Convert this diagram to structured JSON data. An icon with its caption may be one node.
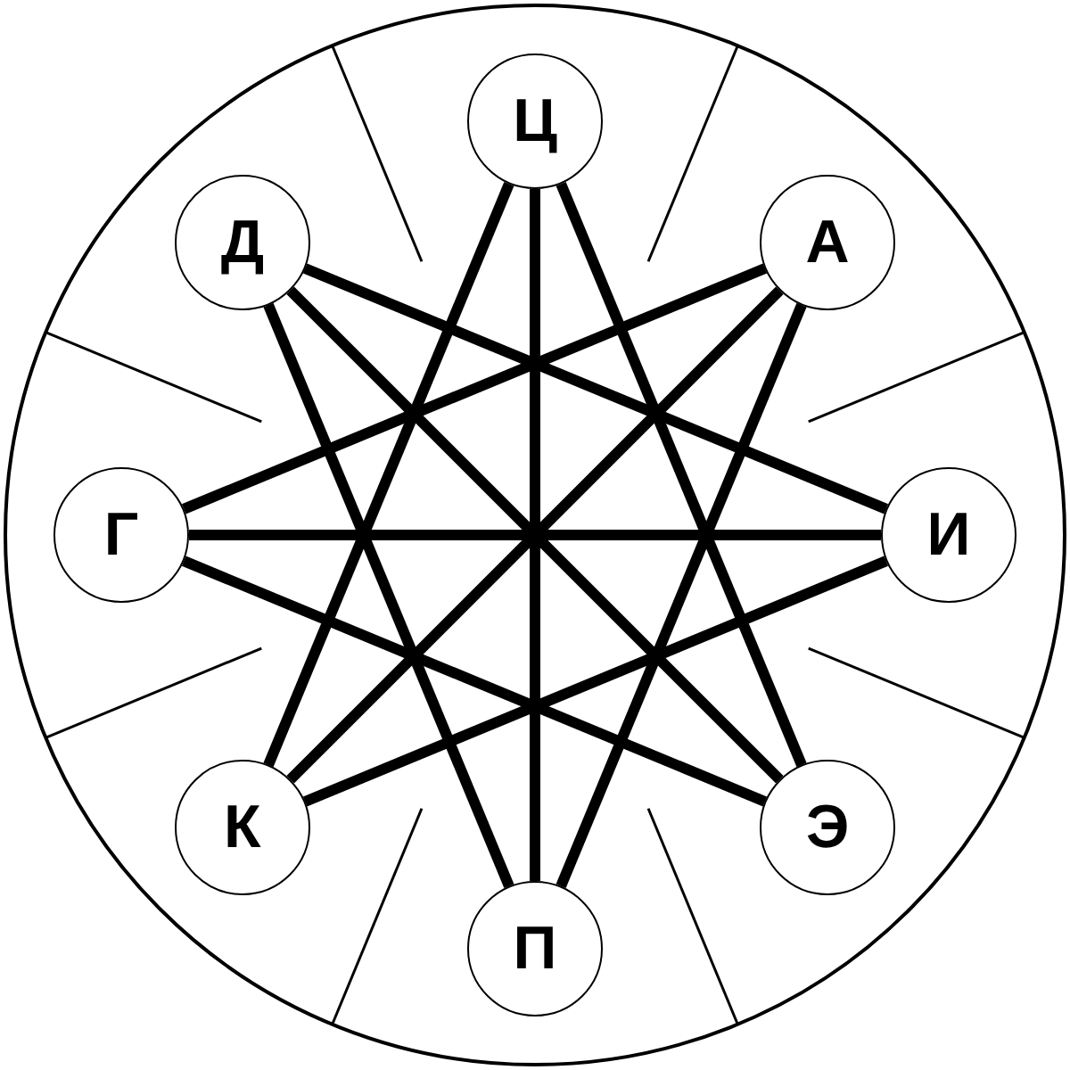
{
  "diagram": {
    "nodes": [
      {
        "text": [
          "Ц"
        ]
      },
      {
        "text": [
          "Д"
        ]
      },
      {
        "text": [
          "А"
        ]
      },
      {
        "text": [
          "Г"
        ]
      },
      {
        "text": [
          "И"
        ]
      },
      {
        "text": [
          "К"
        ]
      },
      {
        "text": [
          "Э"
        ]
      },
      {
        "text": [
          "П"
        ]
      }
    ],
    "edges": [
      {
        "from": 0,
        "to": 5,
        "arrow": "none"
      },
      {
        "from": 0,
        "to": 6,
        "arrow": "none"
      },
      {
        "from": 0,
        "to": 7,
        "arrow": "none"
      },
      {
        "from": 1,
        "to": 4,
        "arrow": "none"
      },
      {
        "from": 1,
        "to": 7,
        "arrow": "none"
      },
      {
        "from": 1,
        "to": 6,
        "arrow": "none"
      },
      {
        "from": 2,
        "to": 3,
        "arrow": "none"
      },
      {
        "from": 2,
        "to": 5,
        "arrow": "none"
      },
      {
        "from": 2,
        "to": 7,
        "arrow": "none"
      },
      {
        "from": 3,
        "to": 4,
        "arrow": "none"
      },
      {
        "from": 3,
        "to": 6,
        "arrow": "none"
      },
      {
        "from": 4,
        "to": 5,
        "arrow": "none"
      }
    ]
  }
}
